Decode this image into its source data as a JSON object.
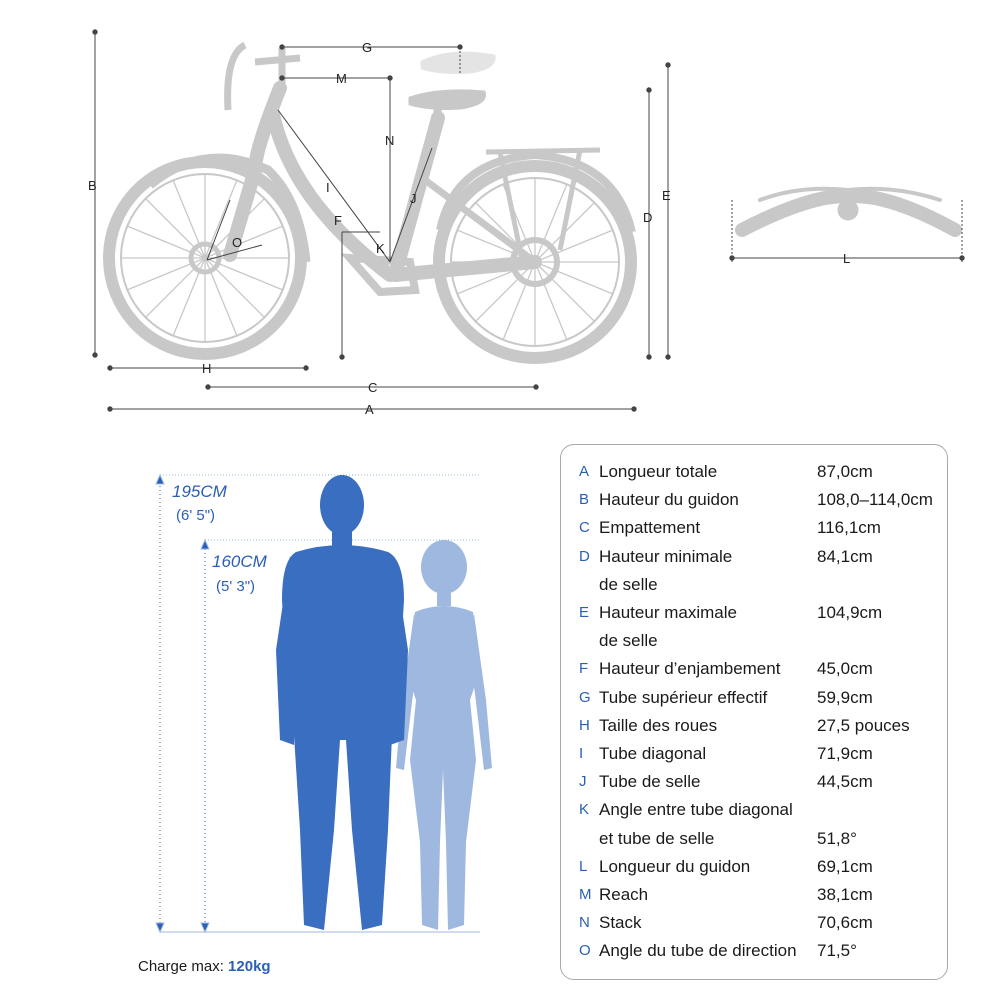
{
  "diagram": {
    "dimension_letters": [
      "A",
      "B",
      "C",
      "D",
      "E",
      "F",
      "G",
      "H",
      "I",
      "J",
      "K",
      "L",
      "M",
      "N",
      "O"
    ]
  },
  "heights": {
    "male_cm": "195CM",
    "male_ft": "(6' 5\")",
    "female_cm": "160CM",
    "female_ft": "(5' 3\")"
  },
  "specs": [
    {
      "letter": "A",
      "name": "Longueur totale",
      "value": "87,0cm"
    },
    {
      "letter": "B",
      "name": "Hauteur du guidon",
      "value": "108,0–114,0cm"
    },
    {
      "letter": "C",
      "name": "Empattement",
      "value": "116,1cm"
    },
    {
      "letter": "D",
      "name": "Hauteur minimale",
      "name2": "de selle",
      "value": "84,1cm"
    },
    {
      "letter": "E",
      "name": "Hauteur maximale",
      "name2": "de selle",
      "value": "104,9cm"
    },
    {
      "letter": "F",
      "name": "Hauteur d’enjambement",
      "value": "45,0cm"
    },
    {
      "letter": "G",
      "name": "Tube supérieur effectif",
      "value": "59,9cm"
    },
    {
      "letter": "H",
      "name": "Taille des roues",
      "value": "27,5 pouces"
    },
    {
      "letter": "I",
      "name": "Tube diagonal",
      "value": "71,9cm"
    },
    {
      "letter": "J",
      "name": "Tube de selle",
      "value": "44,5cm"
    },
    {
      "letter": "K",
      "name": "Angle entre tube diagonal",
      "name2": "et tube de selle",
      "value": "51,8°",
      "value_on_second_line": true
    },
    {
      "letter": "L",
      "name": "Longueur du guidon",
      "value": "69,1cm"
    },
    {
      "letter": "M",
      "name": "Reach",
      "value": "38,1cm"
    },
    {
      "letter": "N",
      "name": "Stack",
      "value": "70,6cm"
    },
    {
      "letter": "O",
      "name": "Angle du tube de direction",
      "value": "71,5°"
    }
  ],
  "load": {
    "label": "Charge max: ",
    "value": "120kg"
  },
  "colors": {
    "bike_gray": "#c8c8c8",
    "dimension_line": "#444444",
    "accent_blue": "#2a5fb8",
    "male_figure": "#3a6ec0",
    "female_figure": "#9fb8e0"
  }
}
